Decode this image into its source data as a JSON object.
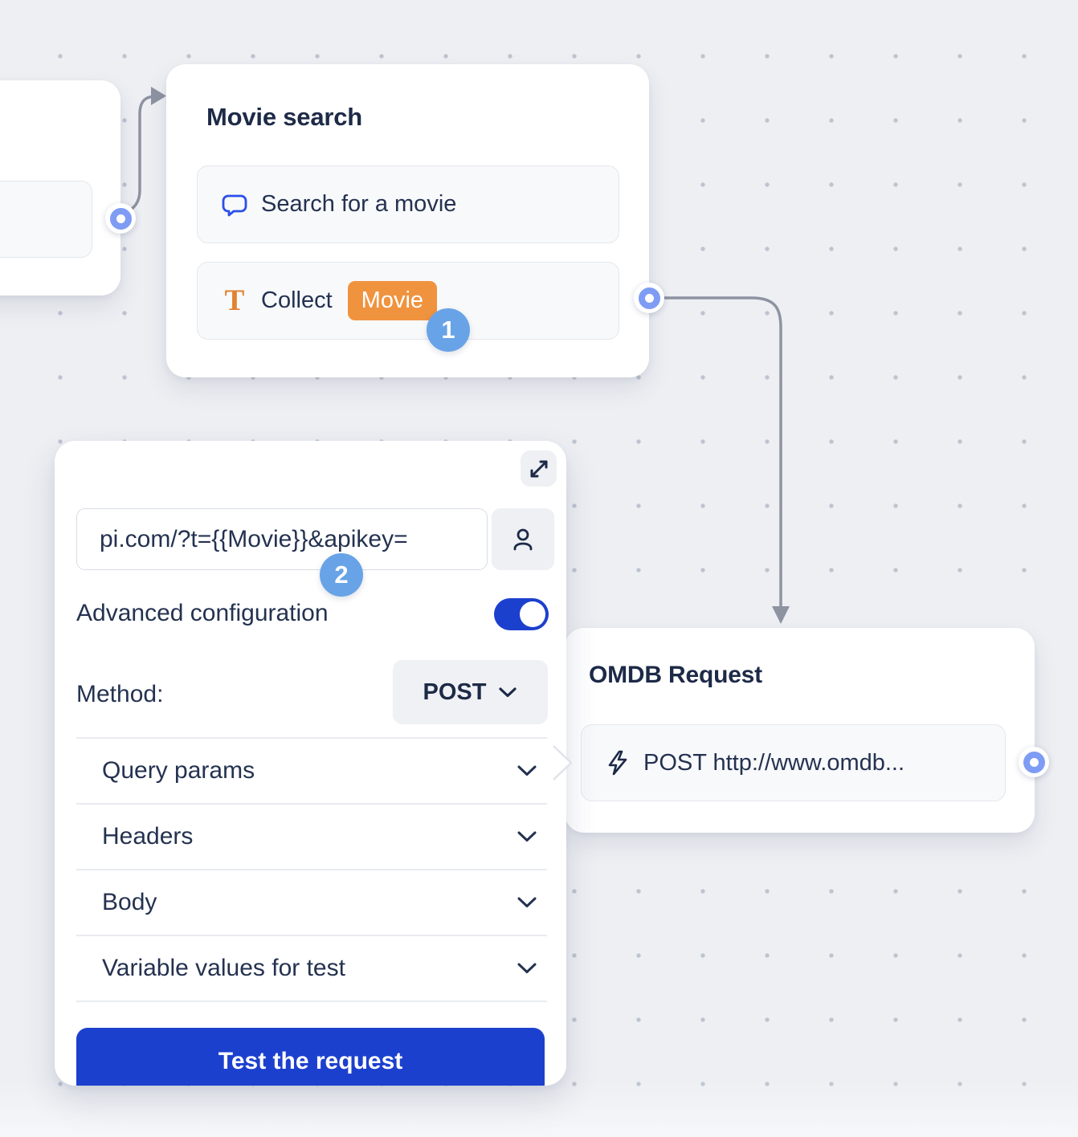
{
  "canvas": {
    "background": "#edeff3",
    "dot_color": "#bdc4d0"
  },
  "colors": {
    "primary_blue": "#1c40ce",
    "step_badge_blue": "#68a3e7",
    "port_blue": "#7e9cf4",
    "variable_orange": "#f0933f",
    "text_icon_orange": "#e0832f",
    "chat_icon_blue": "#2b4fe8",
    "connector_gray": "#8d93a1",
    "text_navy": "#243250"
  },
  "movie_card": {
    "title": "Movie search",
    "items": [
      {
        "icon": "chat-bubble-icon",
        "label": "Search for a movie"
      },
      {
        "icon": "text-input-icon",
        "label": "Collect",
        "variable_badge": "Movie"
      }
    ],
    "step_badge": "1"
  },
  "omdb_card": {
    "title": "OMDB Request",
    "items": [
      {
        "icon": "lightning-icon",
        "label": "POST http://www.omdb..."
      }
    ]
  },
  "panel": {
    "url_value": "pi.com/?t={{Movie}}&apikey=",
    "step_badge": "2",
    "advanced_label": "Advanced configuration",
    "advanced_on": true,
    "method_label": "Method:",
    "method_value": "POST",
    "sections": [
      "Query params",
      "Headers",
      "Body",
      "Variable values for test"
    ],
    "test_button_label": "Test the request"
  }
}
